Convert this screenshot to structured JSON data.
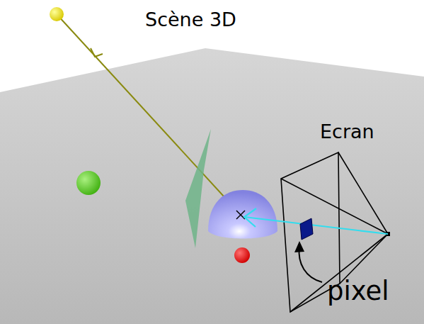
{
  "diagram": {
    "title": "Scène 3D",
    "labels": [
      "Ecran",
      "pixel"
    ]
  }
}
